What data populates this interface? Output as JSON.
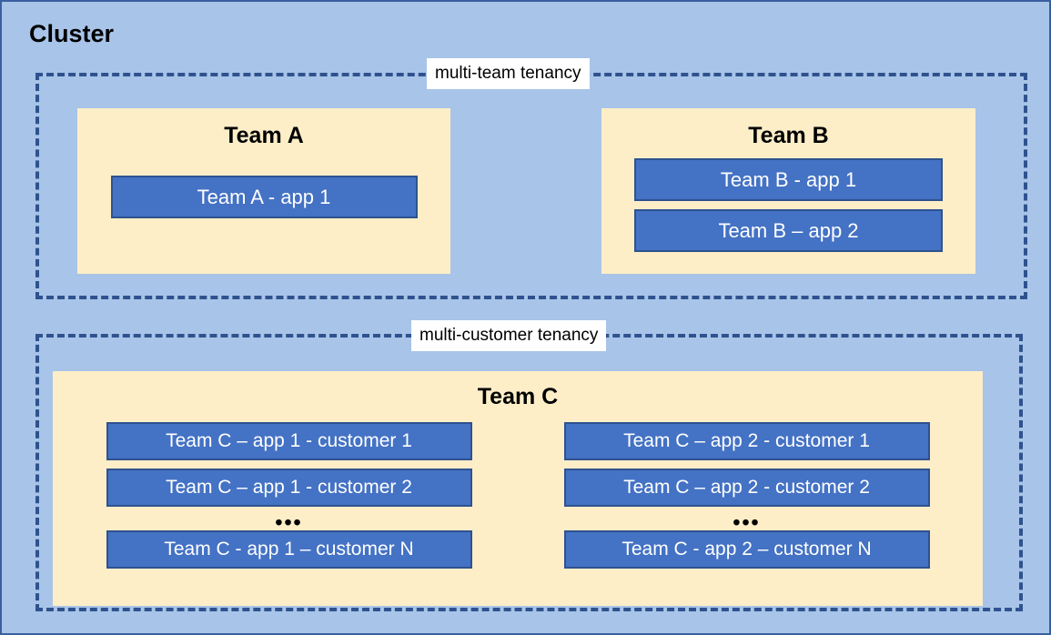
{
  "diagram": {
    "title": "Cluster",
    "colors": {
      "canvas_background": "#A8C4E8",
      "canvas_border": "#3A5FA0",
      "team_box": "#FDEEC8",
      "app_box": "#4472C4",
      "app_box_border": "#2F528F",
      "dashed_border": "#2F528F",
      "label_background": "#FFFFFF",
      "app_text": "#FFFFFF",
      "title_text": "#000000"
    }
  },
  "regions": [
    {
      "id": "multi-team",
      "label": "multi-team tenancy",
      "teams": [
        {
          "id": "team-a",
          "title": "Team A",
          "apps": [
            {
              "label": "Team A - app 1"
            }
          ]
        },
        {
          "id": "team-b",
          "title": "Team B",
          "apps": [
            {
              "label": "Team B - app 1"
            },
            {
              "label": "Team B – app 2"
            }
          ]
        }
      ]
    },
    {
      "id": "multi-customer",
      "label": "multi-customer tenancy",
      "teams": [
        {
          "id": "team-c",
          "title": "Team C",
          "columns": [
            {
              "id": "team-c-app-1",
              "apps": [
                {
                  "label": "Team C – app 1 - customer 1"
                },
                {
                  "label": "Team C – app 1 - customer 2"
                }
              ],
              "ellipsis": "•••",
              "apps_after": [
                {
                  "label": "Team C - app 1 – customer N"
                }
              ]
            },
            {
              "id": "team-c-app-2",
              "apps": [
                {
                  "label": "Team C – app 2 - customer 1"
                },
                {
                  "label": "Team C – app 2 - customer 2"
                }
              ],
              "ellipsis": "•••",
              "apps_after": [
                {
                  "label": "Team C - app 2 – customer N"
                }
              ]
            }
          ]
        }
      ]
    }
  ]
}
